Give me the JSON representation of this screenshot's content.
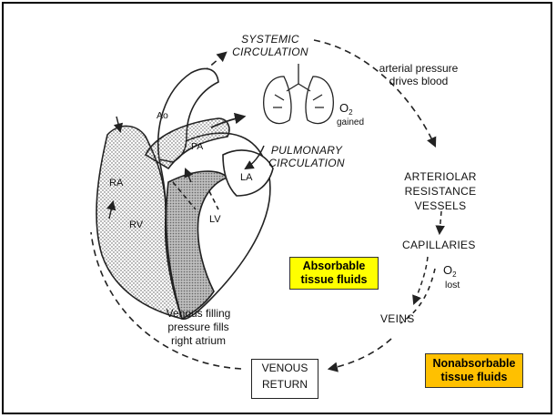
{
  "labels": {
    "systemic_line1": "SYSTEMIC",
    "systemic_line2": "CIRCULATION",
    "arterial_line1": "arterial pressure",
    "arterial_line2": "drives blood",
    "o2_gained_o": "O",
    "o2_gained_sub": "2",
    "o2_gained_word": "gained",
    "pulmonary_line1": "PULMONARY",
    "pulmonary_line2": "CIRCULATION",
    "arteriolar_line1": "ARTERIOLAR",
    "arteriolar_line2": "RESISTANCE",
    "arteriolar_line3": "VESSELS",
    "capillaries": "CAPILLARIES",
    "o2_lost_o": "O",
    "o2_lost_sub": "2",
    "o2_lost_word": "lost",
    "veins": "VEINS",
    "venous_filling_line1": "Venous filling",
    "venous_filling_line2": "pressure fills",
    "venous_filling_line3": "right atrium",
    "venous_return_line1": "VENOUS",
    "venous_return_line2": "RETURN",
    "heart_ao": "Ao",
    "heart_pa": "PA",
    "heart_ra": "RA",
    "heart_rv": "RV",
    "heart_la": "LA",
    "heart_lv": "LV"
  },
  "callouts": {
    "absorbable_line1": "Absorbable",
    "absorbable_line2": "tissue fluids",
    "nonabsorbable_line1": "Nonabsorbable",
    "nonabsorbable_line2": "tissue fluids"
  },
  "colors": {
    "absorbable_bg": "#FFFF00",
    "nonabsorbable_bg": "#FFC000",
    "outline": "#222222",
    "stipple": "#9a9a9a"
  }
}
